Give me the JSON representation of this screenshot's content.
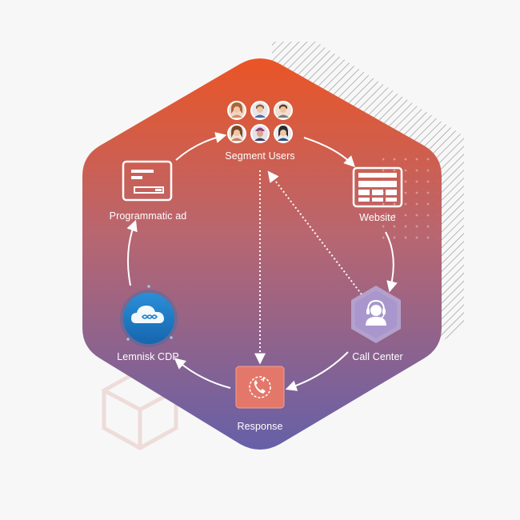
{
  "diagram": {
    "nodes": {
      "segment_users": {
        "label": "Segment Users",
        "icon": "user-avatars-icon"
      },
      "website": {
        "label": "Website",
        "icon": "website-icon"
      },
      "call_center": {
        "label": "Call Center",
        "icon": "headset-agent-icon"
      },
      "response": {
        "label": "Response",
        "icon": "phone-callback-icon"
      },
      "lemnisk_cdp": {
        "label": "Lemnisk CDP",
        "icon": "cloud-infinity-icon"
      },
      "programmatic_ad": {
        "label": "Programmatic ad",
        "icon": "ad-banner-icon"
      }
    },
    "colors": {
      "gradient_top": "#e8582a",
      "gradient_bottom": "#6a63a6",
      "cdp_blue": "#1f7fc9",
      "response_tile": "#e07a6e"
    }
  }
}
